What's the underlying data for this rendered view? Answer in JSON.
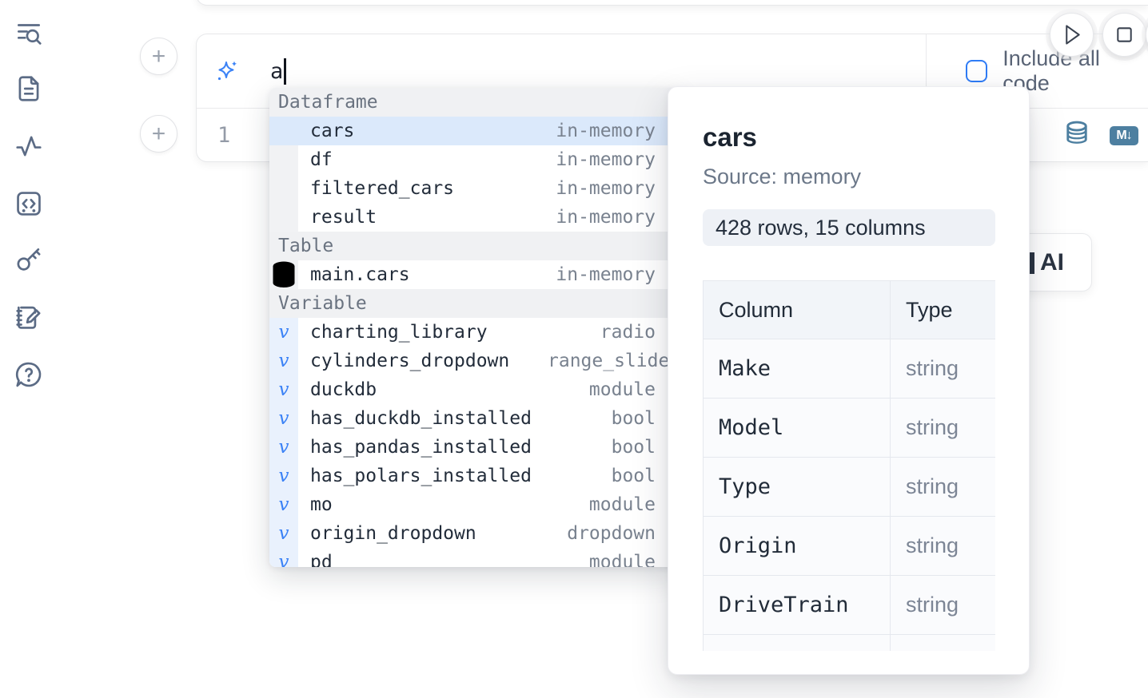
{
  "sidebar": {
    "icons": [
      "list-search-icon",
      "file-document-icon",
      "activity-icon",
      "code-snippet-icon",
      "key-icon",
      "scratchpad-icon",
      "help-icon"
    ]
  },
  "toolbar": {
    "buttons": [
      "run-all-play-icon",
      "stop-icon",
      "partial-hidden-icon"
    ]
  },
  "cell": {
    "add_buttons": [
      "+",
      "+"
    ],
    "prompt": {
      "icon": "sparkles-icon",
      "value": "a"
    },
    "include_all_code": {
      "label": "Include all code",
      "checked": false
    },
    "line_number": "1",
    "actions": [
      {
        "icon": "database-icon"
      },
      {
        "icon": "markdown-icon",
        "label": "M↓"
      }
    ]
  },
  "autocomplete": {
    "sections": [
      {
        "label": "Dataframe",
        "items": [
          {
            "name": "cars",
            "type": "in-memory",
            "icon": "dataframe-icon",
            "selected": true
          },
          {
            "name": "df",
            "type": "in-memory",
            "icon": "dataframe-icon"
          },
          {
            "name": "filtered_cars",
            "type": "in-memory",
            "icon": "dataframe-icon"
          },
          {
            "name": "result",
            "type": "in-memory",
            "icon": "dataframe-icon"
          }
        ]
      },
      {
        "label": "Table",
        "items": [
          {
            "name": "main.cars",
            "type": "in-memory",
            "icon": "table-icon"
          }
        ]
      },
      {
        "label": "Variable",
        "items": [
          {
            "name": "charting_library",
            "type": "radio",
            "icon": "variable-icon"
          },
          {
            "name": "cylinders_dropdown",
            "type": "range_slider",
            "icon": "variable-icon",
            "clip": true
          },
          {
            "name": "duckdb",
            "type": "module",
            "icon": "variable-icon"
          },
          {
            "name": "has_duckdb_installed",
            "type": "bool",
            "icon": "variable-icon"
          },
          {
            "name": "has_pandas_installed",
            "type": "bool",
            "icon": "variable-icon"
          },
          {
            "name": "has_polars_installed",
            "type": "bool",
            "icon": "variable-icon"
          },
          {
            "name": "mo",
            "type": "module",
            "icon": "variable-icon"
          },
          {
            "name": "origin_dropdown",
            "type": "dropdown",
            "icon": "variable-icon"
          },
          {
            "name": "pd",
            "type": "module",
            "icon": "variable-icon",
            "partial": true
          }
        ]
      }
    ]
  },
  "details_popup": {
    "title": "cars",
    "source": "Source: memory",
    "shape": "428 rows, 15 columns",
    "table": {
      "headers": [
        "Column",
        "Type"
      ],
      "rows": [
        [
          "Make",
          "string"
        ],
        [
          "Model",
          "string"
        ],
        [
          "Type",
          "string"
        ],
        [
          "Origin",
          "string"
        ],
        [
          "DriveTrain",
          "string"
        ]
      ],
      "clipped_row": true
    }
  },
  "ai_card": {
    "label": "AI"
  }
}
